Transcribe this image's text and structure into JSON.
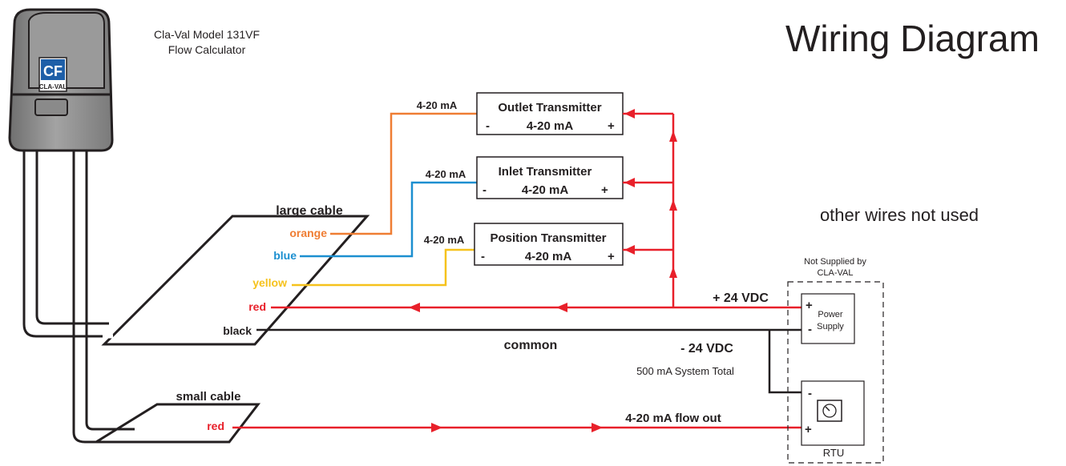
{
  "title": "Wiring Diagram",
  "device": {
    "name_line1": "Cla-Val Model 131VF",
    "name_line2": "Flow Calculator",
    "logo_text": "CLA-VAL"
  },
  "large_cable": {
    "label": "large cable",
    "wires": {
      "orange": "orange",
      "blue": "blue",
      "yellow": "yellow",
      "red": "red",
      "black": "black"
    }
  },
  "small_cable": {
    "label": "small cable",
    "wire_red": "red"
  },
  "transmitters": [
    {
      "name": "Outlet Transmitter",
      "signal": "4-20 mA",
      "minus": "-",
      "plus": "+",
      "wire_label": "4-20 mA"
    },
    {
      "name": "Inlet Transmitter",
      "signal": "4-20 mA",
      "minus": "-",
      "plus": "+",
      "wire_label": "4-20 mA"
    },
    {
      "name": "Position Transmitter",
      "signal": "4-20 mA",
      "minus": "-",
      "plus": "+",
      "wire_label": "4-20 mA"
    }
  ],
  "power": {
    "plus_label": "+ 24 VDC",
    "common_label": "common",
    "minus_label": "- 24 VDC",
    "system_total": "500 mA System Total",
    "supply_line1": "Power",
    "supply_line2": "Supply",
    "plus": "+",
    "minus": "-"
  },
  "not_supplied": {
    "line1": "Not Supplied by",
    "line2": "CLA-VAL"
  },
  "rtu": {
    "label": "RTU",
    "minus": "-",
    "plus": "+"
  },
  "flow_out_label": "4-20 mA flow out",
  "other_wires_note": "other wires not used",
  "colors": {
    "red": "#e8202a",
    "orange": "#ef7d33",
    "blue": "#1c8fd0",
    "yellow": "#f6c21c",
    "black": "#231f20",
    "device_gray": "#8c8c8c",
    "logo_blue": "#1e5fa8"
  }
}
